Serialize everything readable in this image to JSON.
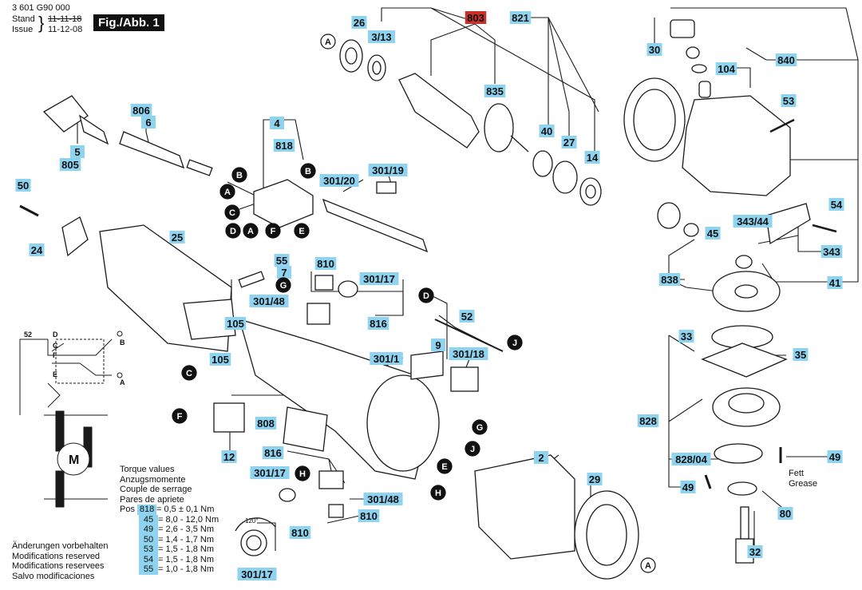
{
  "header": {
    "doc_number": "3 601 G90 000",
    "stand_label": "Stand",
    "stand_value": "11-11-18",
    "issue_label": "Issue",
    "issue_value": "11-12-08",
    "figure_label": "Fig./Abb. 1"
  },
  "colors": {
    "label_fill": "#8ed3f0",
    "highlight_fill": "#c8302a",
    "line": "#1a1a1a"
  },
  "part_labels": [
    {
      "id": "p26",
      "text": "26"
    },
    {
      "id": "p313",
      "text": "3/13"
    },
    {
      "id": "p803",
      "text": "803",
      "highlight": true
    },
    {
      "id": "p821",
      "text": "821"
    },
    {
      "id": "p30",
      "text": "30"
    },
    {
      "id": "p104",
      "text": "104"
    },
    {
      "id": "p840",
      "text": "840"
    },
    {
      "id": "p835",
      "text": "835"
    },
    {
      "id": "p806",
      "text": "806"
    },
    {
      "id": "p6",
      "text": "6"
    },
    {
      "id": "p4",
      "text": "4"
    },
    {
      "id": "p818",
      "text": "818"
    },
    {
      "id": "p53",
      "text": "53"
    },
    {
      "id": "p40",
      "text": "40"
    },
    {
      "id": "p27",
      "text": "27"
    },
    {
      "id": "p14",
      "text": "14"
    },
    {
      "id": "p5",
      "text": "5"
    },
    {
      "id": "p805",
      "text": "805"
    },
    {
      "id": "p30119",
      "text": "301/19"
    },
    {
      "id": "p30120",
      "text": "301/20"
    },
    {
      "id": "p50",
      "text": "50"
    },
    {
      "id": "p54",
      "text": "54"
    },
    {
      "id": "p34344",
      "text": "343/44"
    },
    {
      "id": "p45",
      "text": "45"
    },
    {
      "id": "p24",
      "text": "24"
    },
    {
      "id": "p25",
      "text": "25"
    },
    {
      "id": "p343",
      "text": "343"
    },
    {
      "id": "p55",
      "text": "55"
    },
    {
      "id": "p7",
      "text": "7"
    },
    {
      "id": "p810a",
      "text": "810"
    },
    {
      "id": "p30117a",
      "text": "301/17"
    },
    {
      "id": "p838",
      "text": "838"
    },
    {
      "id": "p41",
      "text": "41"
    },
    {
      "id": "p30148a",
      "text": "301/48"
    },
    {
      "id": "p816a",
      "text": "816"
    },
    {
      "id": "p105a",
      "text": "105"
    },
    {
      "id": "p52",
      "text": "52"
    },
    {
      "id": "p33",
      "text": "33"
    },
    {
      "id": "p35",
      "text": "35"
    },
    {
      "id": "p9",
      "text": "9"
    },
    {
      "id": "p3011",
      "text": "301/1"
    },
    {
      "id": "p30118",
      "text": "301/18"
    },
    {
      "id": "p105b",
      "text": "105"
    },
    {
      "id": "p808",
      "text": "808"
    },
    {
      "id": "p828",
      "text": "828"
    },
    {
      "id": "p12",
      "text": "12"
    },
    {
      "id": "p2",
      "text": "2"
    },
    {
      "id": "p816b",
      "text": "816"
    },
    {
      "id": "p29",
      "text": "29"
    },
    {
      "id": "p82804",
      "text": "828/04"
    },
    {
      "id": "p49a",
      "text": "49"
    },
    {
      "id": "p30117b",
      "text": "301/17"
    },
    {
      "id": "p49b",
      "text": "49"
    },
    {
      "id": "p30148b",
      "text": "301/48"
    },
    {
      "id": "p810b",
      "text": "810"
    },
    {
      "id": "p80",
      "text": "80"
    },
    {
      "id": "p810c",
      "text": "810"
    },
    {
      "id": "p32",
      "text": "32"
    },
    {
      "id": "p30117c",
      "text": "301/17"
    }
  ],
  "connection_markers": [
    {
      "id": "mA1",
      "text": "A"
    },
    {
      "id": "mB1",
      "text": "B"
    },
    {
      "id": "mA2",
      "text": "A"
    },
    {
      "id": "mB2",
      "text": "B"
    },
    {
      "id": "mC1",
      "text": "C"
    },
    {
      "id": "mD1",
      "text": "D"
    },
    {
      "id": "mA3",
      "text": "A"
    },
    {
      "id": "mF1",
      "text": "F"
    },
    {
      "id": "mE1",
      "text": "E"
    },
    {
      "id": "mG1",
      "text": "G"
    },
    {
      "id": "mD2",
      "text": "D"
    },
    {
      "id": "mJ1",
      "text": "J"
    },
    {
      "id": "mC2",
      "text": "C"
    },
    {
      "id": "mF2",
      "text": "F"
    },
    {
      "id": "mG2",
      "text": "G"
    },
    {
      "id": "mJ2",
      "text": "J"
    },
    {
      "id": "mE2",
      "text": "E"
    },
    {
      "id": "mH1",
      "text": "H"
    },
    {
      "id": "mH2",
      "text": "H"
    },
    {
      "id": "mA4",
      "text": "A"
    }
  ],
  "wiring": {
    "label_52": "52",
    "d": "D",
    "c": "C",
    "f": "F",
    "e": "E",
    "b": "B",
    "a": "A",
    "motor": "M"
  },
  "angle_label": "120°",
  "fett": {
    "line1": "Fett",
    "line2": "Grease"
  },
  "torque": {
    "lines": [
      "Torque values",
      "Anzugsmomente",
      "Couple de serrage",
      "Pares de apriete"
    ],
    "pos_label": "Pos",
    "rows": [
      {
        "pos": "818",
        "val": "=   0,5 ± 0,1 Nm"
      },
      {
        "pos": "45",
        "val": "=   8,0 - 12,0 Nm"
      },
      {
        "pos": "49",
        "val": "=   2,6 - 3,5 Nm"
      },
      {
        "pos": "50",
        "val": "=   1,4 - 1,7 Nm"
      },
      {
        "pos": "53",
        "val": "=   1,5 - 1,8 Nm"
      },
      {
        "pos": "54",
        "val": "=   1,5 - 1,8 Nm"
      },
      {
        "pos": "55",
        "val": "=   1,0 - 1,8 Nm"
      }
    ]
  },
  "notes": [
    "Änderungen vorbehalten",
    "Modifications reserved",
    "Modifications reservees",
    "Salvo modificaciones"
  ]
}
